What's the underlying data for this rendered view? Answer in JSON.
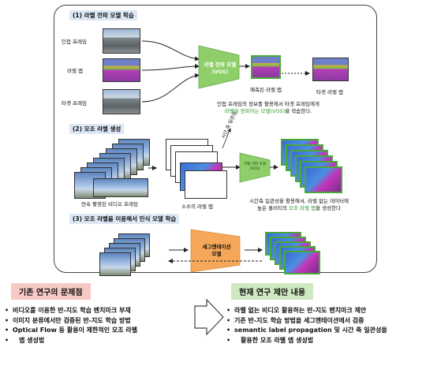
{
  "section1": {
    "title": "(1) 라벨 전파 모델 학습",
    "labels": [
      "인접 프레임",
      "라벨 맵",
      "타겟 프레임"
    ],
    "model_name": "라벨 전파 모델",
    "model_abbr": "(VOS)",
    "output_label_predicted": "예측된 라벨 맵",
    "output_label_target": "타겟 라벨 맵",
    "caption_line1": "인접 프레임의 정보를 활용해서 타겟 프레임에게",
    "caption_line2_highlight": "라벨을 전파하는 모델(VOS)",
    "caption_line2_rest": "을 학습한다."
  },
  "section2": {
    "title": "(2) 모조 라벨 생성",
    "video_label": "연속 촬영된 비디오 프레임",
    "few_label": "소수의 라벨 맵",
    "time_axis": "시간 축 일관성",
    "model_small": "라벨 전파 모델",
    "model_small_abbr": "(VOS)",
    "caption_line1": "시간축 일관성을 활용해서, 라벨 없는 데이터에",
    "caption_line2_pre": "높은 퀄리티의 ",
    "caption_line2_highlight": "모조 라벨 맵",
    "caption_line2_post": "을 생성한다"
  },
  "section3": {
    "title": "(3) 모조 라벨을 이용해서 인식 모델 학습",
    "model_line1": "세그멘테이션",
    "model_line2": "모델"
  },
  "bottom_left": {
    "heading": "기존 연구의 문제점",
    "items": [
      "비디오를 이용한 반-지도 학습 벤치마크 부재",
      "이미지 분류에서만 검증된 반-지도 학습 방법",
      "Optical Flow 등 활용이 제한적인 모조 라벨",
      "맵 생성법"
    ]
  },
  "bottom_right": {
    "heading": "현재 연구 제안 내용",
    "items": [
      "라벨 없는 비디오 활용하는 반-지도 벤치마크 제안",
      "기존 반-지도 학습 방법을 세그멘테이션에서 검증",
      "semantic label propagation 및 시간 축 일관성을",
      "활용한 모조 라벨 맵 생성법"
    ]
  },
  "colors": {
    "green": "#2e9a2e",
    "vos_green": "#8fcf6a",
    "seg_orange": "#f5a85a",
    "left_head_bg": "#f6c9c4",
    "right_head_bg": "#cfe8c0"
  }
}
